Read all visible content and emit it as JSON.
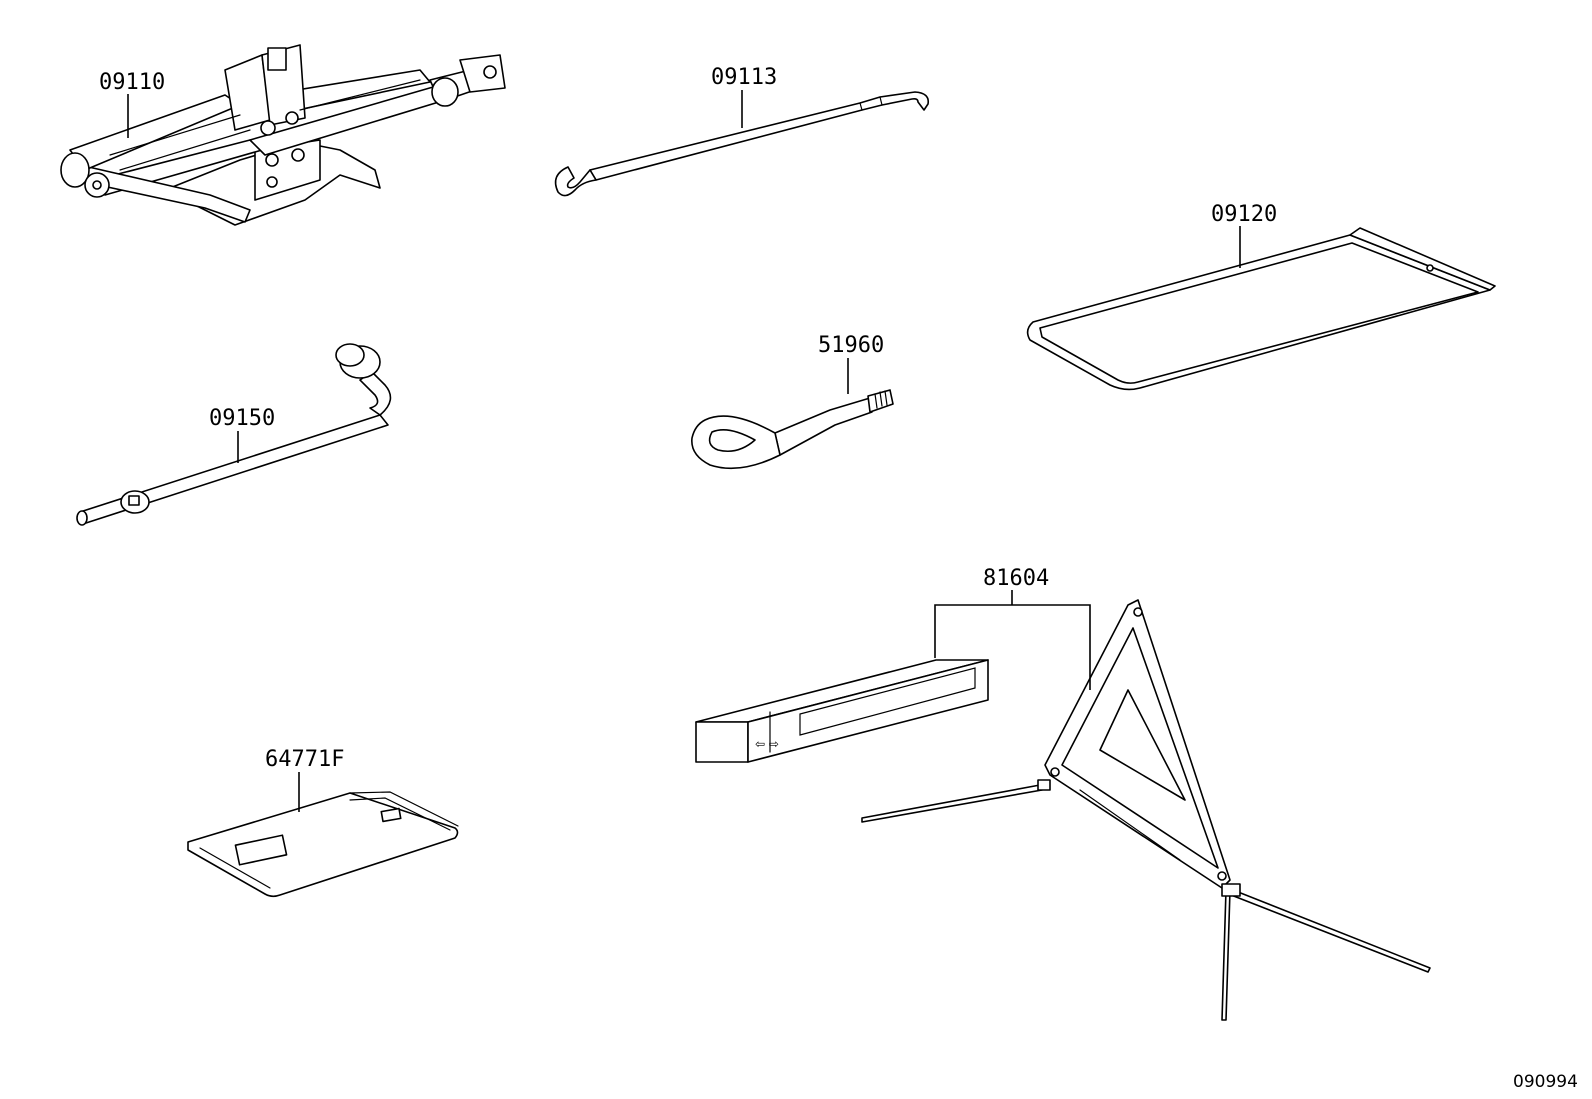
{
  "diagram": {
    "reference_code": "090994",
    "parts": [
      {
        "id": "jack",
        "label": "09110",
        "icon": "scissor-jack-icon"
      },
      {
        "id": "jack-handle",
        "label": "09113",
        "icon": "jack-handle-icon"
      },
      {
        "id": "tool-bag",
        "label": "09120",
        "icon": "tool-bag-icon"
      },
      {
        "id": "lug-wrench",
        "label": "09150",
        "icon": "lug-wrench-icon"
      },
      {
        "id": "towing-eye",
        "label": "51960",
        "icon": "towing-eye-icon"
      },
      {
        "id": "warning-triangle",
        "label": "81604",
        "icon": "warning-triangle-icon"
      },
      {
        "id": "repair-kit-bag",
        "label": "64771F",
        "icon": "pouch-icon"
      }
    ]
  }
}
